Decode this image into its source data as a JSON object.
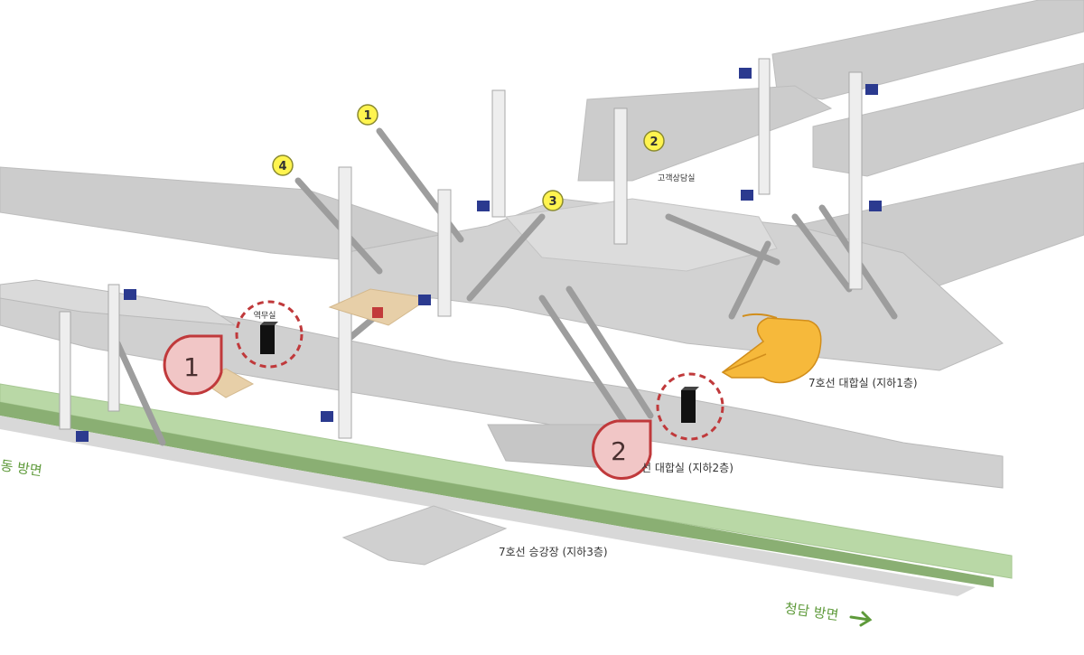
{
  "labels": {
    "concourse_b1": "7호선 대합실 (지하1층)",
    "concourse_b2": "선 대합실 (지하2층)",
    "platform_b3": "7호선 승강장 (지하3층)",
    "direction_left": "동 방면",
    "direction_right": "청담 방면",
    "customer_center": "고객상담실",
    "small_room": "역무실"
  },
  "exits": [
    {
      "number": "1"
    },
    {
      "number": "2"
    },
    {
      "number": "3"
    },
    {
      "number": "4"
    }
  ],
  "markers": [
    {
      "number": "1"
    },
    {
      "number": "2"
    }
  ],
  "icons": {
    "pointer": "pointing-hand-icon",
    "locker": "locker-icon",
    "restroom": "restroom-icon",
    "elevator": "elevator-icon",
    "arrow": "arrow-right-icon"
  },
  "colors": {
    "floor": "#c9c9c9",
    "floor_light": "#dedede",
    "platform_track": "#8aaf73",
    "platform_edge": "#b9d8a6",
    "marker_fill": "#f1c6c6",
    "marker_stroke": "#c0393b",
    "exit_badge": "#fff44f",
    "direction_green": "#5e9a3a",
    "restroom_floor": "#e7cfa8"
  }
}
